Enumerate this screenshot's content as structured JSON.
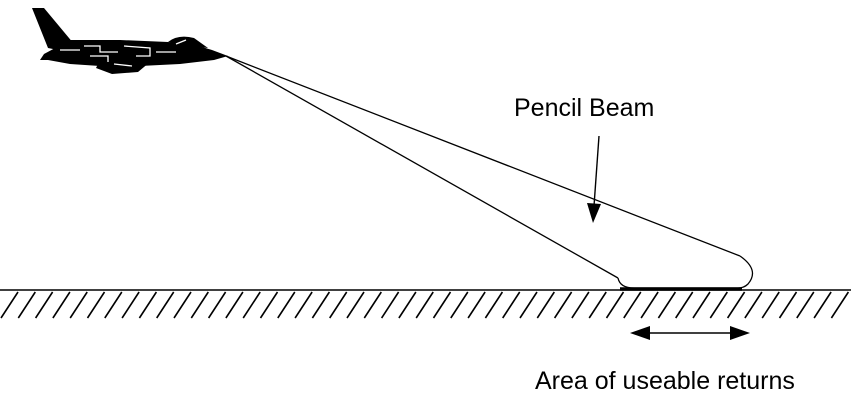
{
  "labels": {
    "beam": "Pencil Beam",
    "area": "Area of useable returns"
  },
  "icons": {
    "aircraft": "jet-aircraft-silhouette"
  },
  "colors": {
    "ink": "#000000",
    "background": "#ffffff"
  }
}
